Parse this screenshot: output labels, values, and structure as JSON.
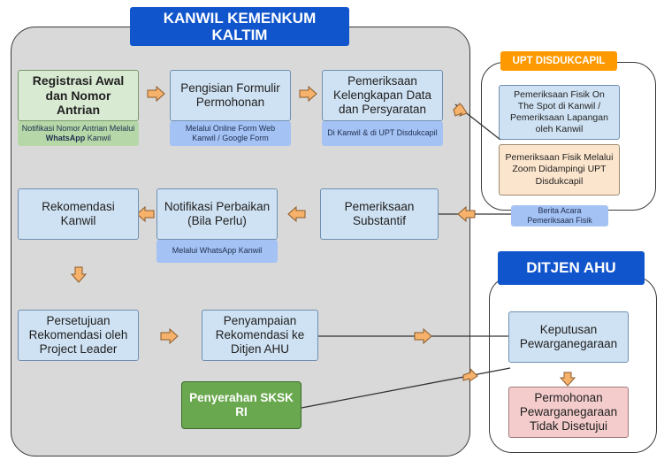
{
  "kanwil": {
    "title": "KANWIL KEMENKUM KALTIM",
    "registrasi": "Registrasi Awal dan Nomor Antrian",
    "registrasi_note_1": "Notifikasi Nomor Antrian Melalui ",
    "registrasi_note_bold": "WhatsApp",
    "registrasi_note_2": " Kanwil",
    "pengisian": "Pengisian Formulir Permohonan",
    "pengisian_note": "Melalui Online Form Web Kanwil / Google Form",
    "pemeriksaan_kelengkapan": "Pemeriksaan Kelengkapan Data dan Persyaratan",
    "pemeriksaan_kelengkapan_note": "Di Kanwil & di UPT Disdukcapil",
    "rekomendasi": "Rekomendasi Kanwil",
    "notifikasi": "Notifikasi Perbaikan (Bila Perlu)",
    "notifikasi_note": "Melalui WhatsApp Kanwil",
    "substantif": "Pemeriksaan Substantif",
    "persetujuan": "Persetujuan Rekomendasi oleh Project Leader",
    "penyampaian": "Penyampaian Rekomendasi  ke Ditjen AHU",
    "penyerahan": "Penyerahan SKSK RI"
  },
  "upt": {
    "title": "UPT DISDUKCAPIL",
    "fisik_spot": "Pemeriksaan Fisik On The Spot di Kanwil / Pemeriksaan Lapangan oleh Kanwil",
    "fisik_zoom": "Pemeriksaan Fisik Melalui Zoom Didampingi UPT Disdukcapil",
    "berita_acara": "Berita Acara Pemeriksaan Fisik"
  },
  "ditjen": {
    "title": "DITJEN AHU",
    "keputusan": "Keputusan Pewarganegaraan",
    "tidak_disetujui": "Permohonan Pewarganegaraan Tidak Disetujui"
  },
  "colors": {
    "title_blue": "#1155cc",
    "upt_orange": "#ff9900",
    "arrow_orange": "#f6b26b",
    "green_dark": "#6aa84f"
  }
}
